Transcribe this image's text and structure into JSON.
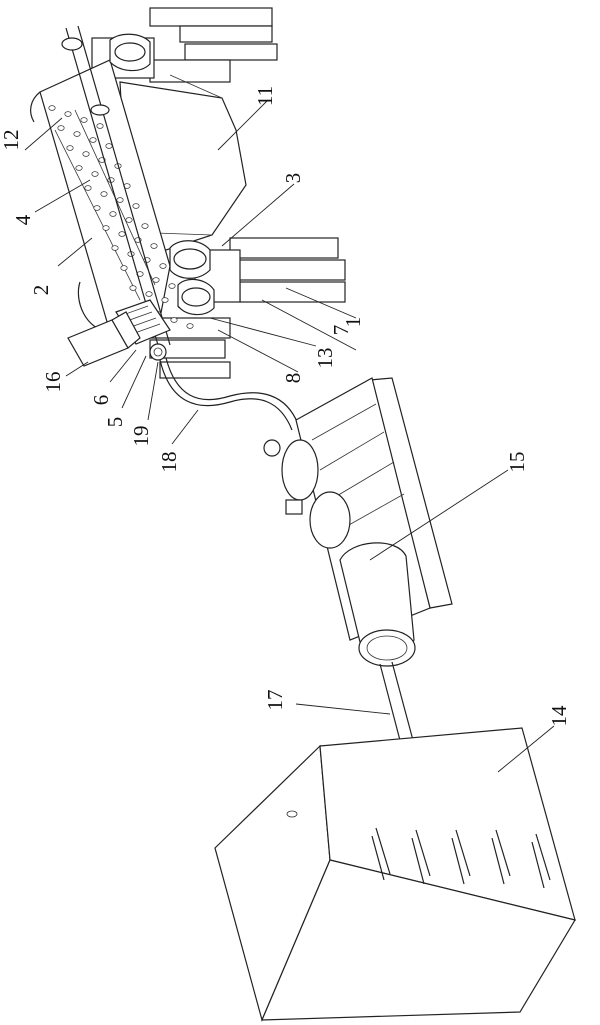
{
  "figure": {
    "labels": [
      {
        "id": "label-1",
        "text": "1"
      },
      {
        "id": "label-2",
        "text": "2"
      },
      {
        "id": "label-3",
        "text": "3"
      },
      {
        "id": "label-4",
        "text": "4"
      },
      {
        "id": "label-5",
        "text": "5"
      },
      {
        "id": "label-6",
        "text": "6"
      },
      {
        "id": "label-7",
        "text": "7"
      },
      {
        "id": "label-8",
        "text": "8"
      },
      {
        "id": "label-11",
        "text": "11"
      },
      {
        "id": "label-12",
        "text": "12"
      },
      {
        "id": "label-13",
        "text": "13"
      },
      {
        "id": "label-14",
        "text": "14"
      },
      {
        "id": "label-15",
        "text": "15"
      },
      {
        "id": "label-16",
        "text": "16"
      },
      {
        "id": "label-17",
        "text": "17"
      },
      {
        "id": "label-18",
        "text": "18"
      },
      {
        "id": "label-19",
        "text": "19"
      }
    ]
  }
}
